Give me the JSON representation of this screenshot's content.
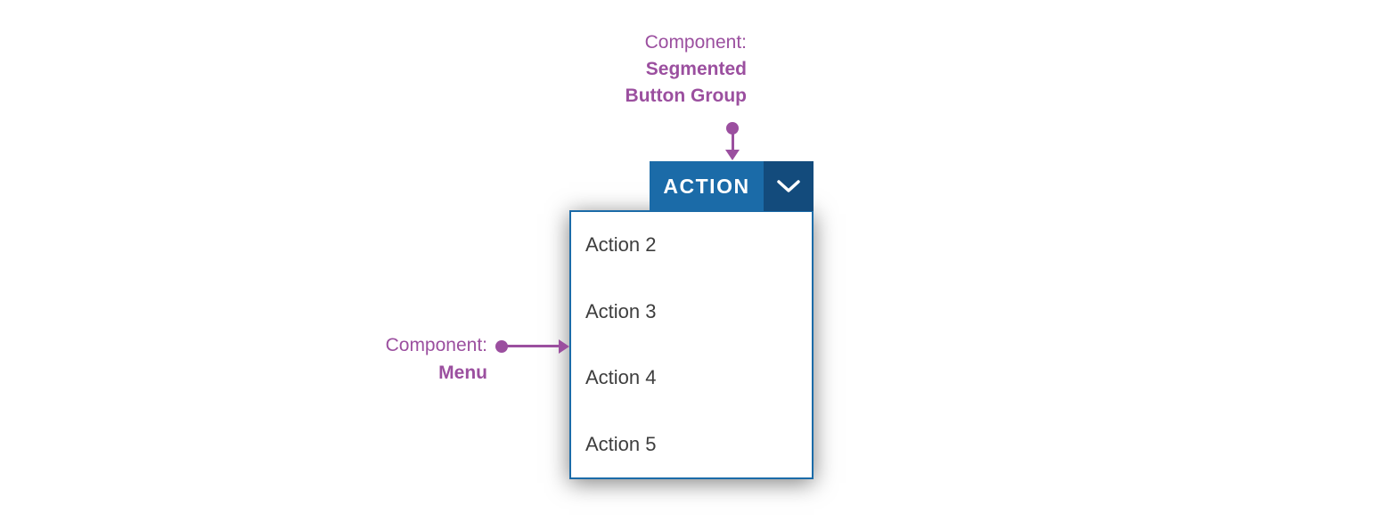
{
  "annotations": {
    "segmented_button_group": {
      "prefix": "Component:",
      "name_line1": "Segmented",
      "name_line2": "Button Group"
    },
    "menu": {
      "prefix": "Component:",
      "name": "Menu"
    }
  },
  "button_group": {
    "primary_label": "ACTION",
    "toggle_icon": "chevron-down-icon"
  },
  "menu": {
    "items": [
      {
        "label": "Action 2"
      },
      {
        "label": "Action 3"
      },
      {
        "label": "Action 4"
      },
      {
        "label": "Action 5"
      }
    ]
  },
  "colors": {
    "primary_button_blue": "#1b6ba8",
    "toggle_button_navy": "#134b7c",
    "annotation_purple": "#9b4f9f",
    "menu_border_blue": "#1b6ba8",
    "menu_text_gray": "#3d3d3d",
    "button_text_white": "#ffffff"
  }
}
